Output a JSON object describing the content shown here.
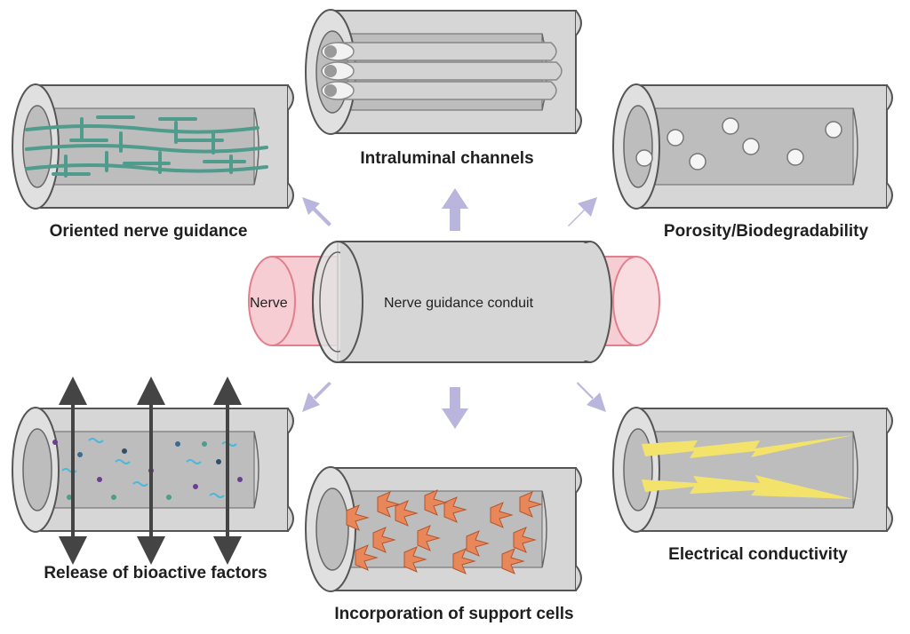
{
  "center": {
    "nerve_label": "Nerve",
    "conduit_label": "Nerve guidance conduit"
  },
  "panels": {
    "oriented": {
      "caption": "Oriented nerve guidance"
    },
    "channels": {
      "caption": "Intraluminal channels"
    },
    "porosity": {
      "caption": "Porosity/Biodegradability"
    },
    "release": {
      "caption": "Release of bioactive factors"
    },
    "cells": {
      "caption": "Incorporation of support cells"
    },
    "electrical": {
      "caption": "Electrical conductivity"
    }
  },
  "colors": {
    "tube_wall": "#d6d6d6",
    "tube_inner": "#bdbdbd",
    "outline": "#555555",
    "arrow": "#b9b5dc",
    "nerve": "#f6cdd3",
    "nerve_outline": "#e27f8e",
    "fiber": "#4f9c8d",
    "cell": "#e8875a",
    "lightning": "#f4e36b",
    "release_arrow": "#444444"
  }
}
